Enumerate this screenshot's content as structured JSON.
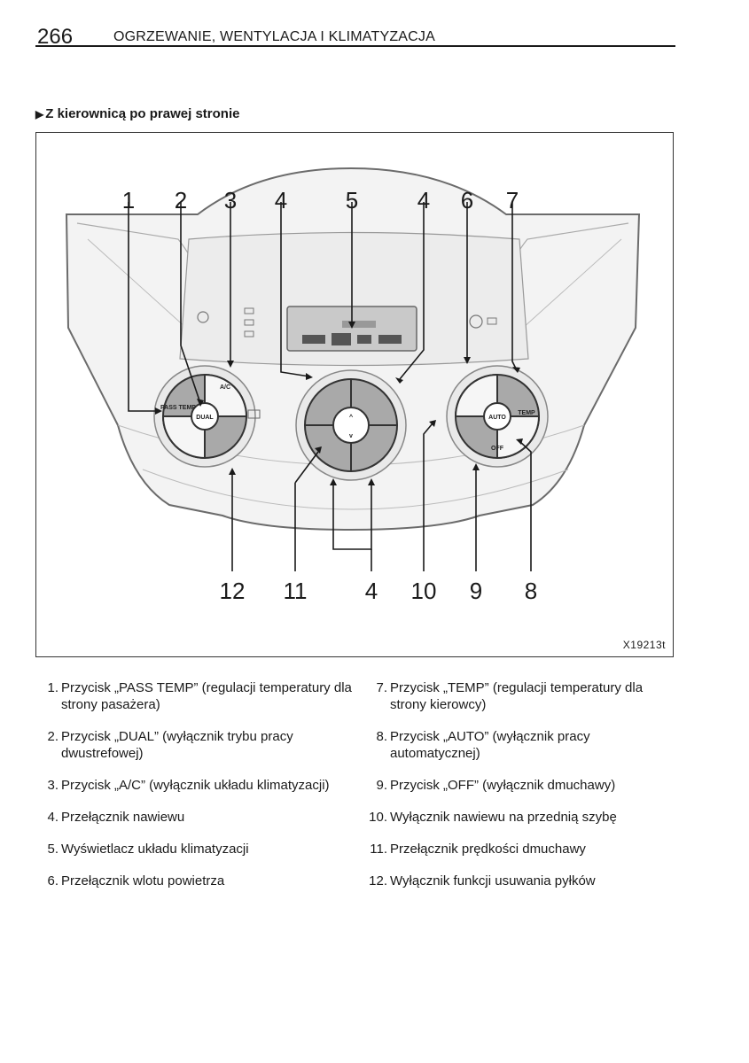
{
  "header": {
    "page_number": "266",
    "section_title": "OGRZEWANIE, WENTYLACJA I KLIMATYZACJA"
  },
  "subheading": "Z kierownicą po prawej stronie",
  "figure": {
    "code": "X19213t",
    "callouts_top": [
      "1",
      "2",
      "3",
      "4",
      "5",
      "4",
      "6",
      "7"
    ],
    "callouts_bottom": [
      "12",
      "11",
      "4",
      "10",
      "9",
      "8"
    ],
    "panel_labels": {
      "pass_temp": "PASS TEMP",
      "dual": "DUAL",
      "ac": "A/C",
      "auto": "AUTO",
      "temp": "TEMP",
      "off": "OFF"
    }
  },
  "legend": {
    "left": [
      {
        "num": "1.",
        "text": "Przycisk „PASS TEMP” (regulacji temperatury dla strony pasażera)"
      },
      {
        "num": "2.",
        "text": "Przycisk „DUAL” (wyłącznik trybu pracy dwustrefowej)"
      },
      {
        "num": "3.",
        "text": "Przycisk „A/C” (wyłącznik układu klimatyzacji)"
      },
      {
        "num": "4.",
        "text": "Przełącznik nawiewu"
      },
      {
        "num": "5.",
        "text": "Wyświetlacz układu klimatyzacji"
      },
      {
        "num": "6.",
        "text": "Przełącznik wlotu powietrza"
      }
    ],
    "right": [
      {
        "num": "7.",
        "text": "Przycisk „TEMP” (regulacji temperatury dla strony kierowcy)"
      },
      {
        "num": "8.",
        "text": "Przycisk „AUTO” (wyłącznik pracy automatycznej)"
      },
      {
        "num": "9.",
        "text": "Przycisk „OFF” (wyłącznik dmuchawy)"
      },
      {
        "num": "10.",
        "text": "Wyłącznik nawiewu na przednią szybę"
      },
      {
        "num": "11.",
        "text": "Przełącznik prędkości dmuchawy"
      },
      {
        "num": "12.",
        "text": "Wyłącznik funkcji usuwania pyłków"
      }
    ]
  }
}
